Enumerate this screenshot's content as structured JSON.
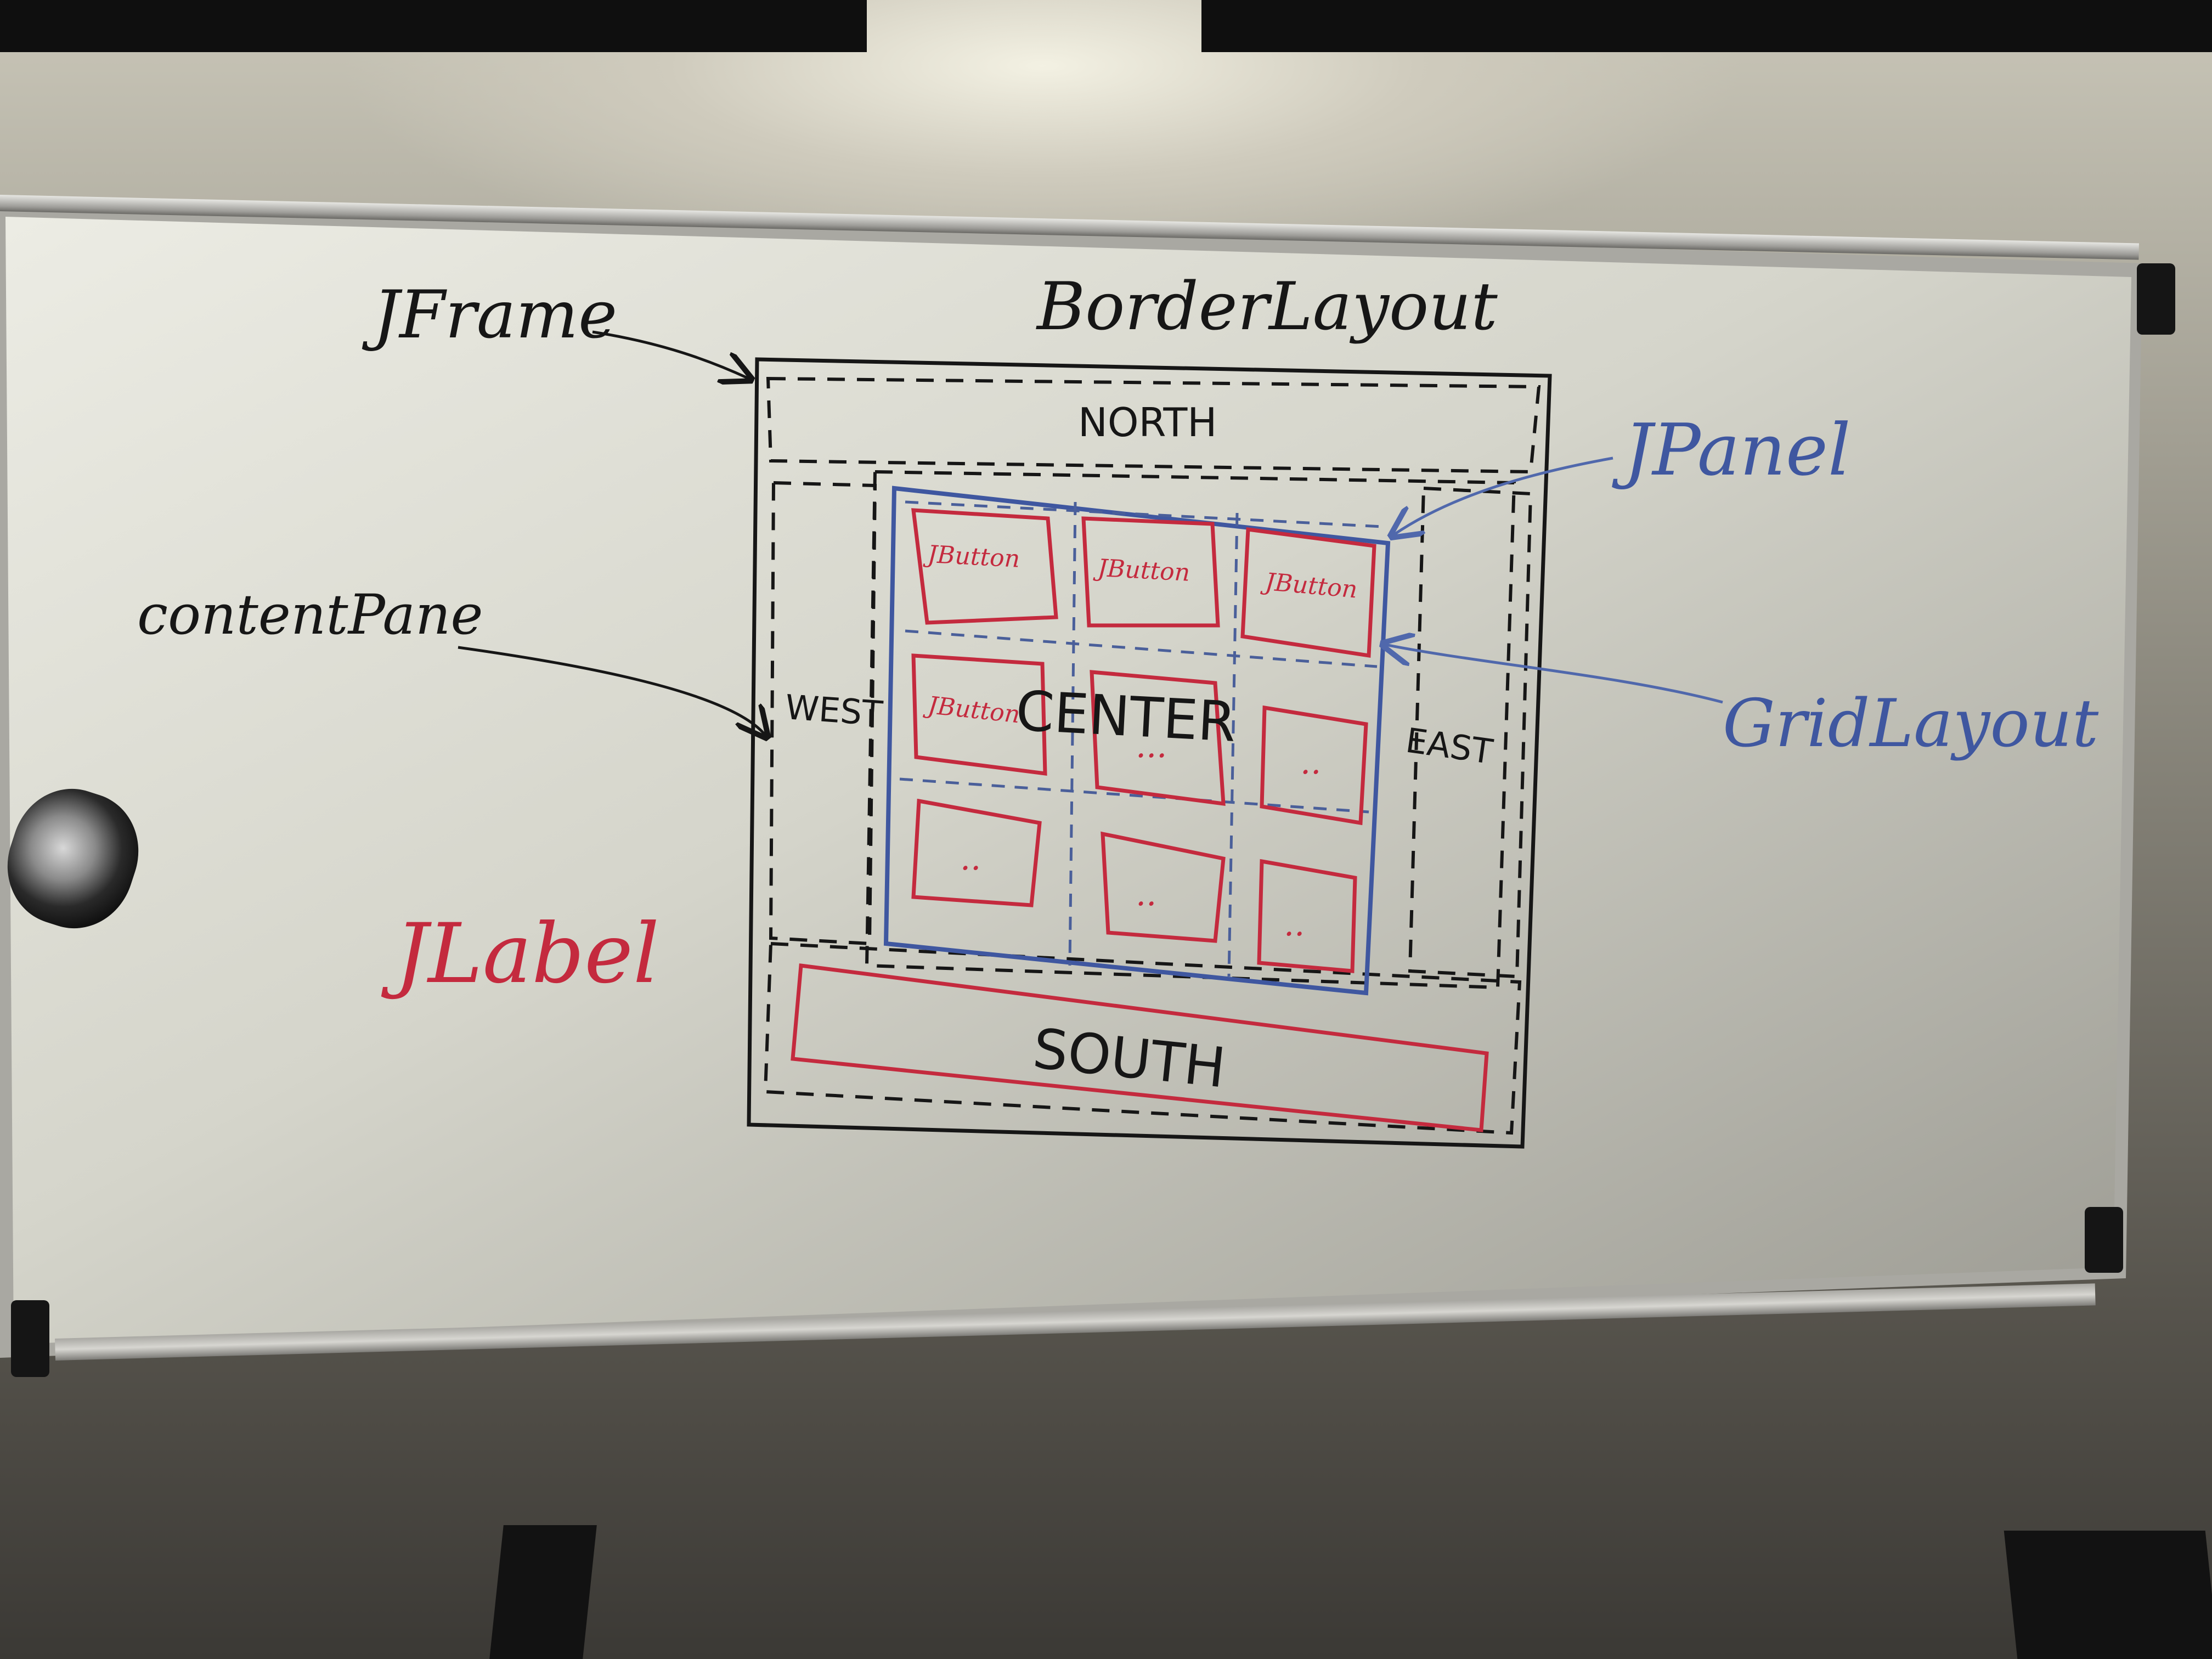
{
  "board_title": "BorderLayout",
  "labels": {
    "jframe": "JFrame",
    "content_pane": "contentPane",
    "jlabel": "JLabel",
    "jpanel": "JPanel",
    "gridlayout": "GridLayout"
  },
  "regions": {
    "north": "NORTH",
    "south": "SOUTH",
    "west": "WEST",
    "east": "EAST",
    "center": "CENTER"
  },
  "grid_buttons": [
    "JButton",
    "JButton",
    "JButton",
    "JButton",
    "...",
    "..",
    "..",
    "..",
    ".."
  ],
  "colors": {
    "marker_black": "#161616",
    "marker_red": "#c42a3e",
    "marker_blue": "#3f57a0",
    "board_white": "#dcdcd2"
  }
}
